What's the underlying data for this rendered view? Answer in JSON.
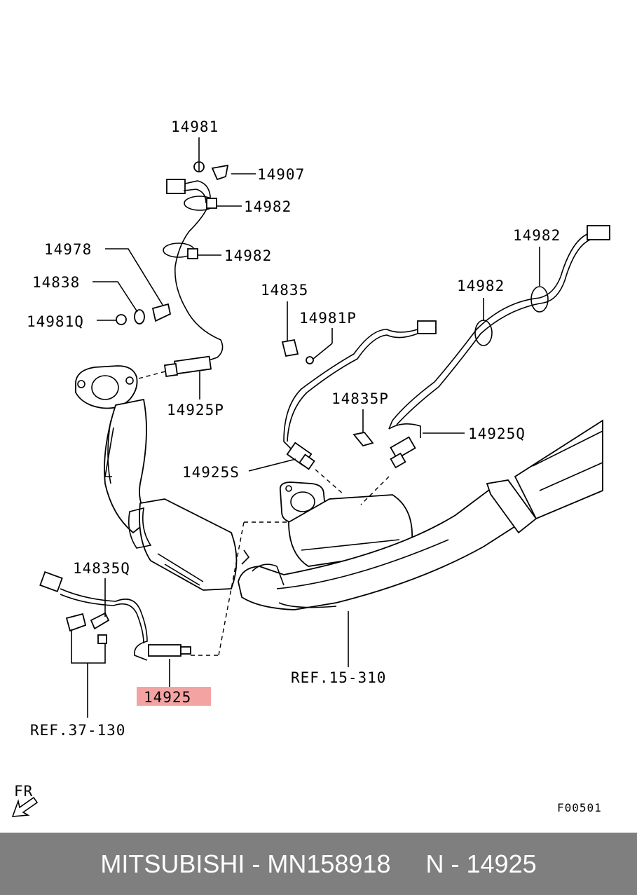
{
  "labels": {
    "l14981": "14981",
    "l14907": "14907",
    "l14982a": "14982",
    "l14982b": "14982",
    "l14978": "14978",
    "l14838": "14838",
    "l14981q": "14981Q",
    "l14925p": "14925P",
    "l14835": "14835",
    "l14981p": "14981P",
    "l14982c": "14982",
    "l14982d": "14982",
    "l14835p": "14835P",
    "l14925q": "14925Q",
    "l14925s": "14925S",
    "l14835q": "14835Q",
    "l14925": "14925",
    "ref15": "REF.15-310",
    "ref37": "REF.37-130",
    "fr": "FR",
    "code": "F00501"
  },
  "highlight_color": "#f4a3a3",
  "footer": {
    "text": "MITSUBISHI - MN158918     N - 14925",
    "background": "#7f7f7f"
  }
}
